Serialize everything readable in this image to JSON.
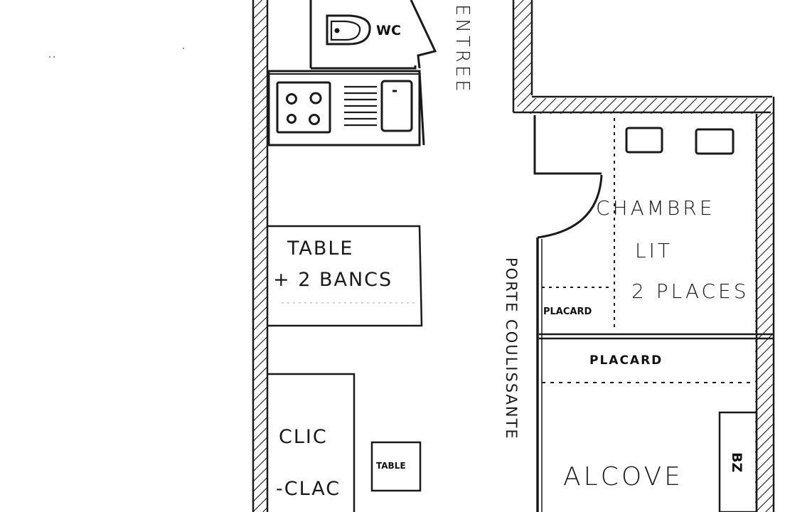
{
  "labels": {
    "wc": "WC",
    "entrance": "ENTREE",
    "table": "TABLE",
    "table_bancs": "+ 2 BANCS",
    "clic": "CLIC",
    "clac": "-CLAC",
    "small_table": "TABLE",
    "porte_coulissante": "PORTE COULISSANTE",
    "chambre": "CHAMBRE",
    "lit": "LIT",
    "deux_places": "2 PLACES",
    "placard_small": "PLACARD",
    "placard_wide": "PLACARD",
    "alcove": "ALCOVE",
    "bz": "BZ"
  },
  "colors": {
    "ink": "#1a1a1a",
    "paper": "#ffffff"
  }
}
